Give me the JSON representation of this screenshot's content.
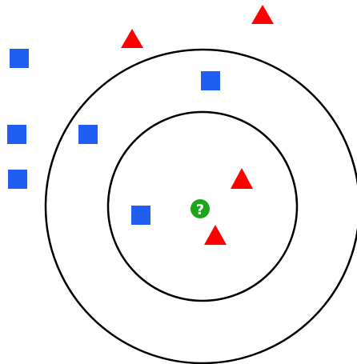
{
  "diagram": {
    "description_free": true,
    "colors": {
      "background": "#ffffff",
      "ring_stroke": "#000000",
      "square_fill": "#1f5ef0",
      "triangle_fill": "#ff0000",
      "query_fill": "#1aa51a",
      "query_glyph": "#ffffff"
    },
    "query_point": {
      "icon": "question-mark-icon",
      "label": "?"
    },
    "rings": [
      {
        "name": "inner-ring"
      },
      {
        "name": "outer-ring"
      }
    ],
    "square_count": 6,
    "triangle_count": 4
  }
}
